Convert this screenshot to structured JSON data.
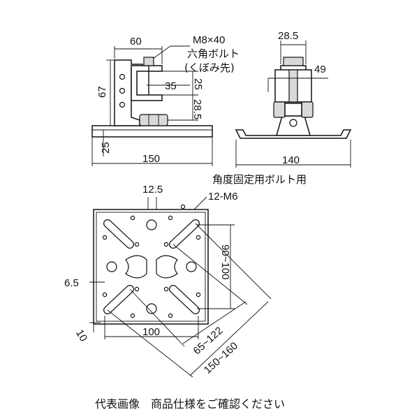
{
  "labels": {
    "side_width": "60",
    "bolt_spec_line1": "M8×40",
    "bolt_spec_line2": "六角ボルト",
    "bolt_spec_line3": "(くぼみ先)",
    "side_height": "67",
    "side_gap": "35",
    "side_upper": "25",
    "side_lower": "28.5",
    "base_thickness": "25",
    "base_width_side": "150",
    "front_top_width": "28.5",
    "front_height": "49",
    "base_width_front": "140",
    "plan_note": "角度固定用ボルト用",
    "plan_hole_pitch": "12.5",
    "plan_holes": "12-M6",
    "plan_slot_range_v": "90~100",
    "plan_slot_range_d1": "65~122",
    "plan_slot_range_d2": "150~160",
    "plan_hole_dia": "6.5",
    "plan_pitch": "100",
    "plan_edge": "10"
  },
  "caption": "代表画像　商品仕様をご確認ください"
}
